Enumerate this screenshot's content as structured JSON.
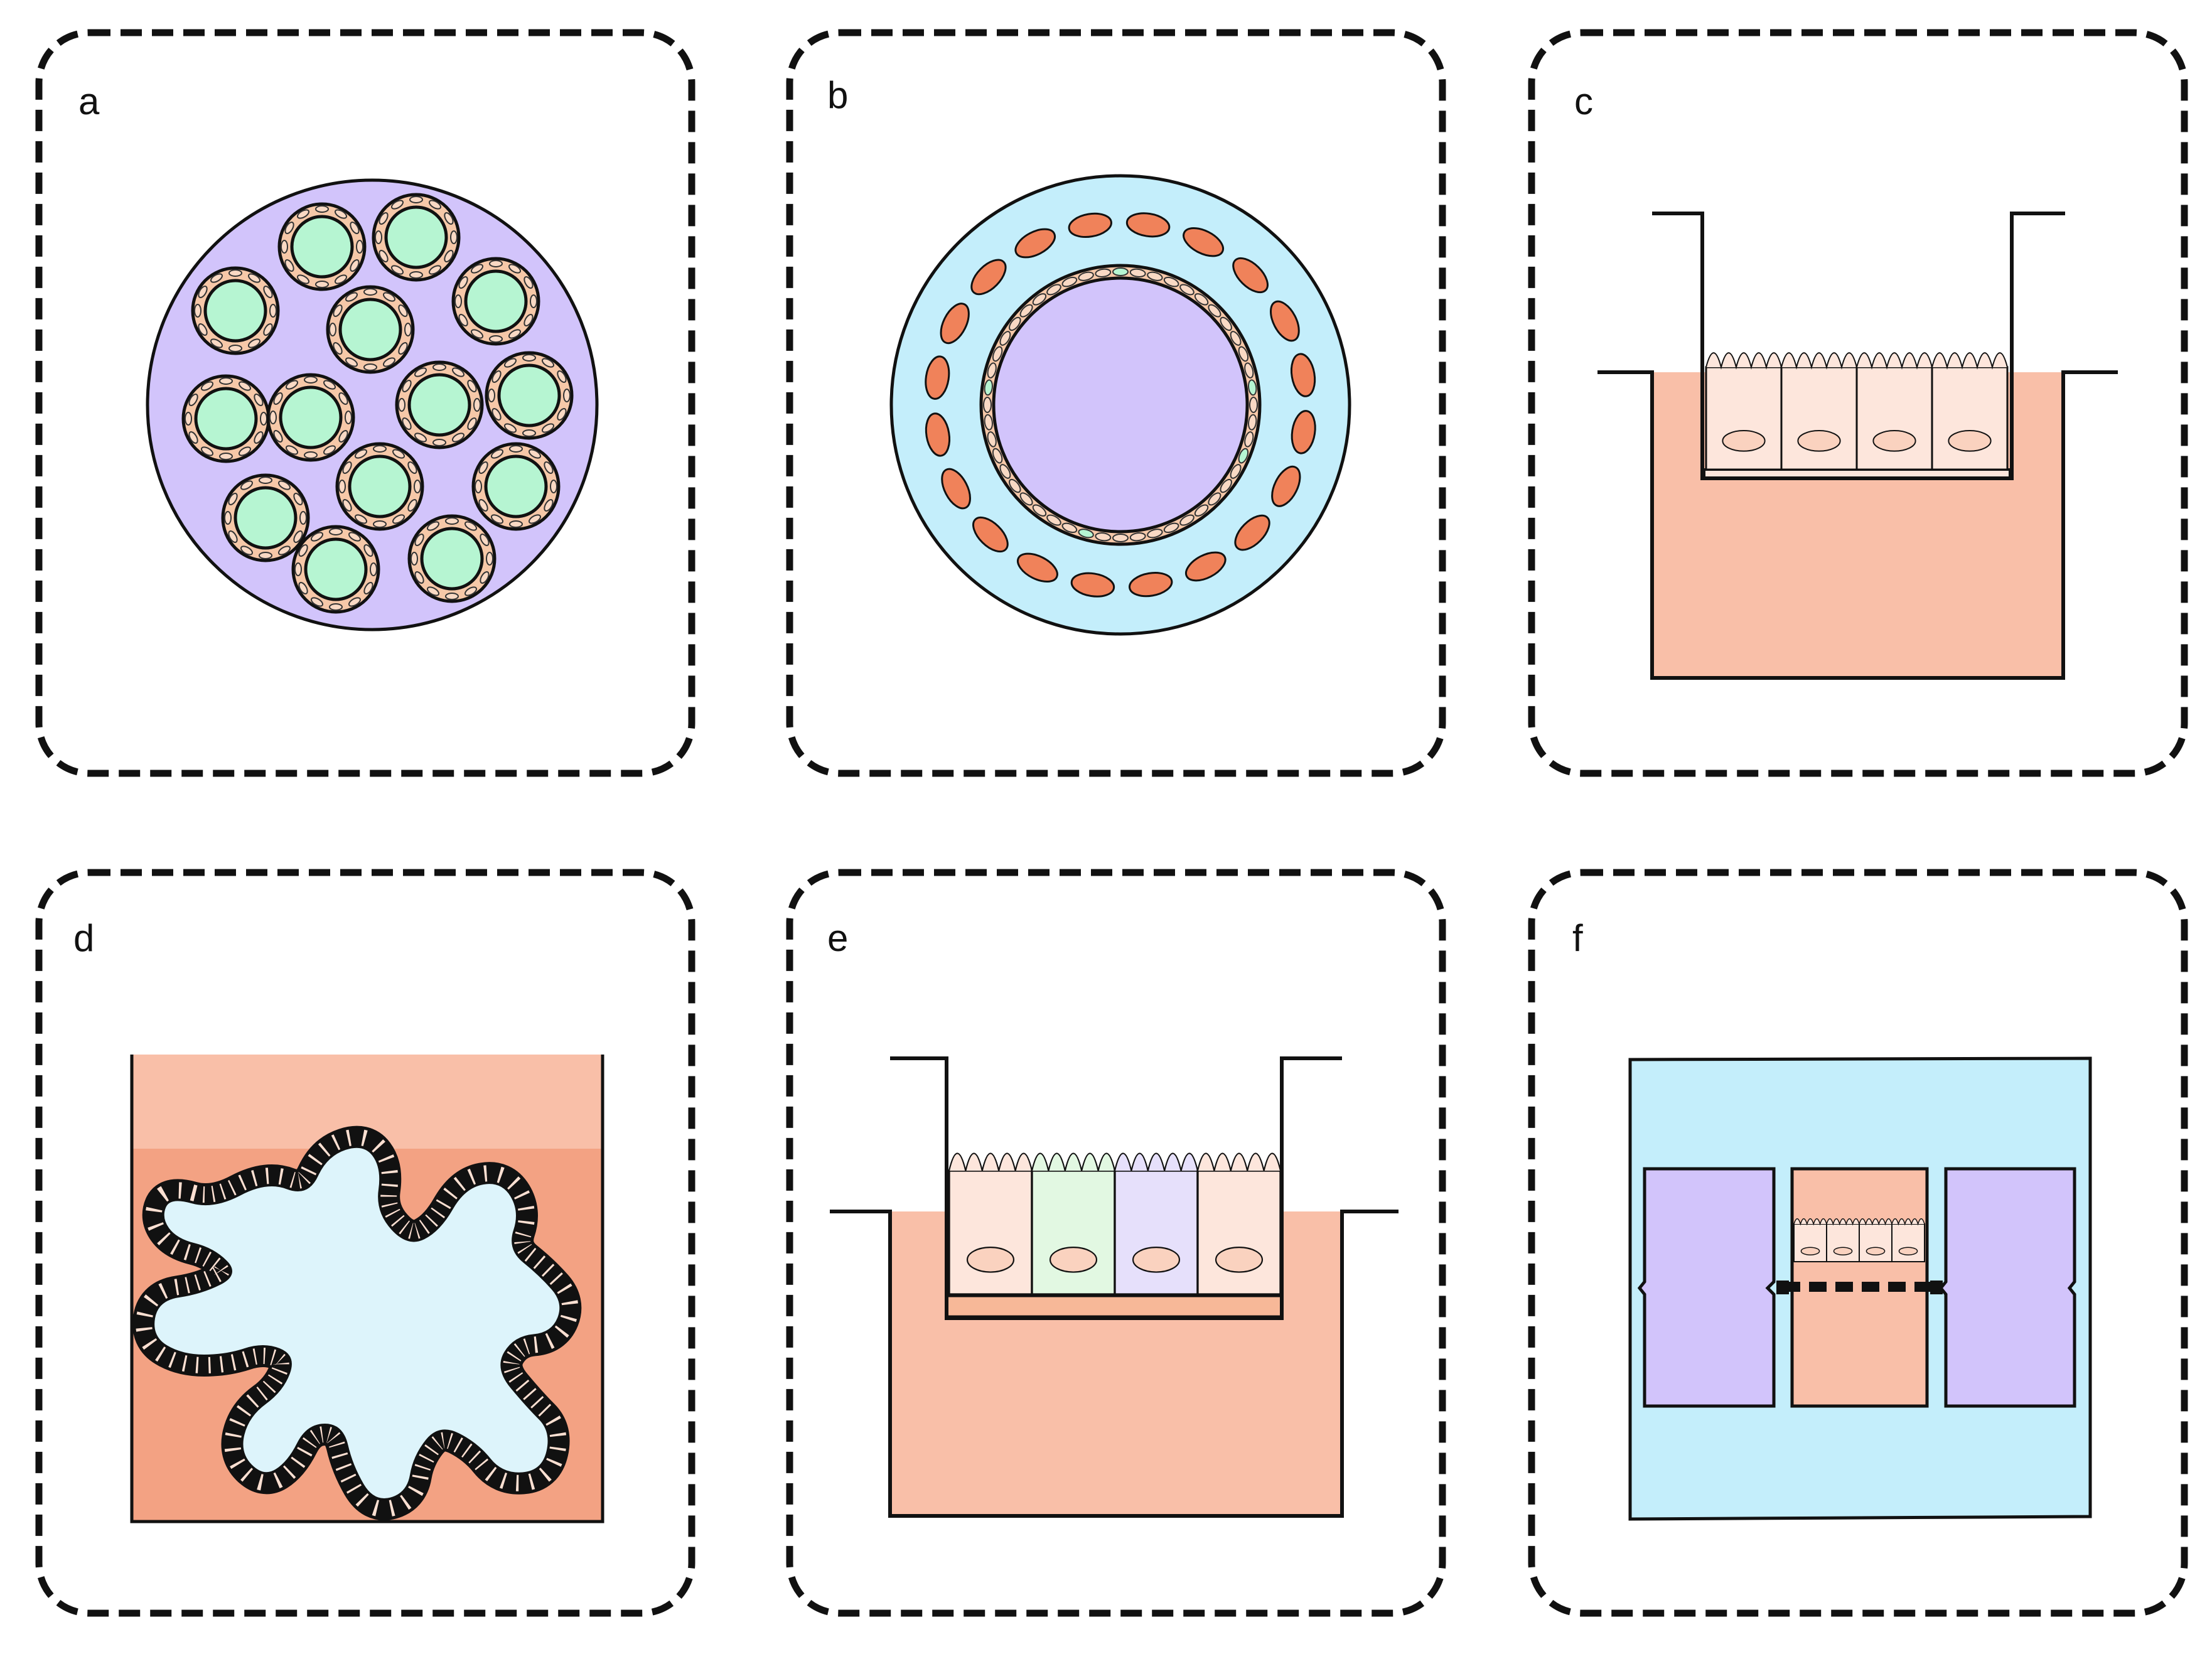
{
  "panels": [
    {
      "letter": "a"
    },
    {
      "letter": "b"
    },
    {
      "letter": "c"
    },
    {
      "letter": "d"
    },
    {
      "letter": "e"
    },
    {
      "letter": "f"
    }
  ],
  "colors": {
    "outline": "#111111",
    "purple_matrix": "#d2c4fb",
    "mint_lumen": "#b6f5d2",
    "cell_peach": "#f6c8a8",
    "cell_light": "#fde6dc",
    "cell_green": "#e2f8e2",
    "cell_lavender": "#e6e0fb",
    "sky_blue": "#c4eefb",
    "pale_blue": "#ddf4fb",
    "orange_nucleus": "#f0825a",
    "medium_salmon": "#f7b898",
    "deep_salmon": "#f3a283",
    "light_salmon": "#f9bfa8"
  }
}
